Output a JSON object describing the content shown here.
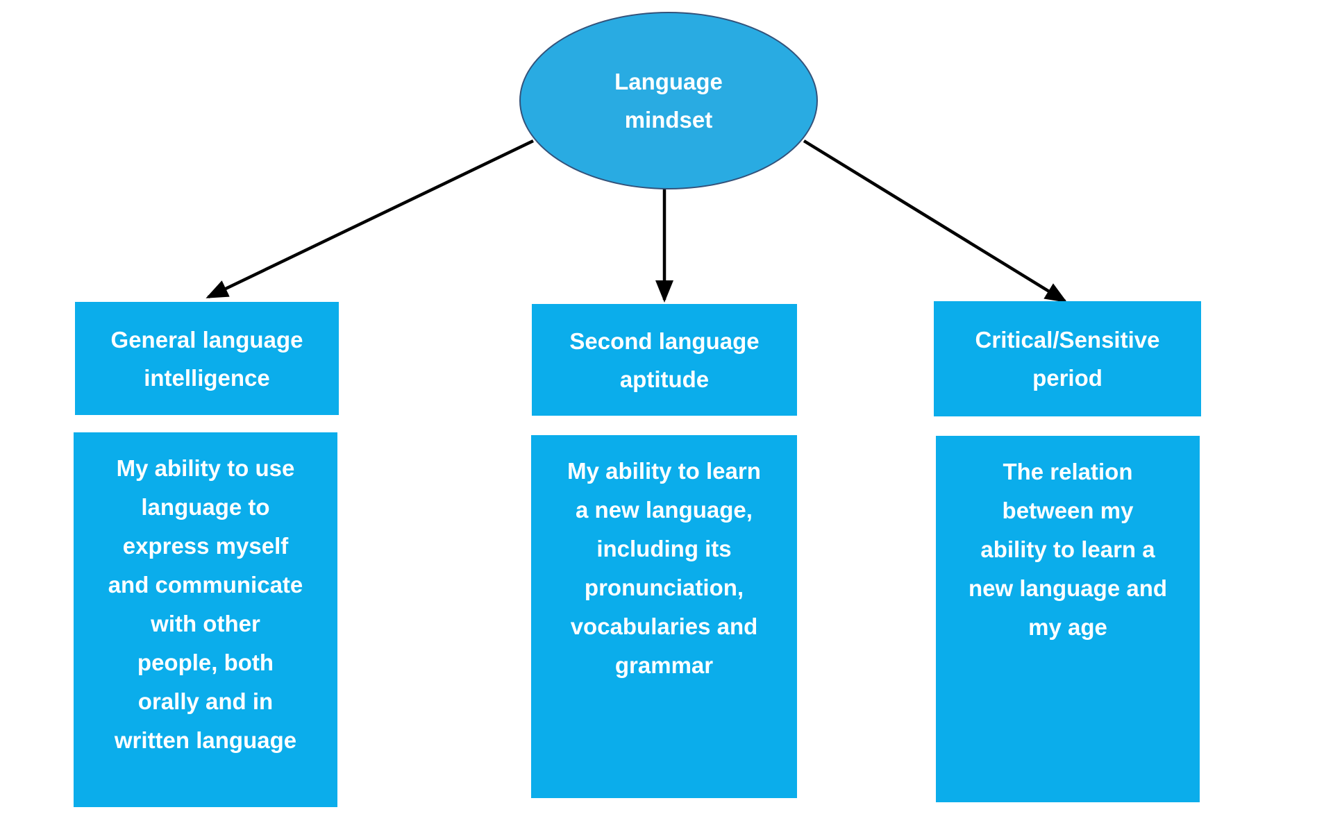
{
  "diagram": {
    "root": {
      "label": "Language\nmindset"
    },
    "branches": [
      {
        "title": "General language\nintelligence",
        "description": "My ability to use\nlanguage to\nexpress myself\nand communicate\nwith other\npeople, both\norally and in\nwritten language"
      },
      {
        "title": "Second language\naptitude",
        "description": "My ability to learn\na new language,\nincluding its\npronunciation,\nvocabularies and\ngrammar"
      },
      {
        "title": "Critical/Sensitive\nperiod",
        "description": "The relation\nbetween my\nability to learn a\nnew language and\nmy age"
      }
    ],
    "colors": {
      "box_fill": "#0BADEB",
      "ellipse_fill": "#29ABE2",
      "ellipse_border": "#33527A",
      "arrow": "#000000",
      "text": "#FFFFFF",
      "background": "#FFFFFF"
    }
  }
}
